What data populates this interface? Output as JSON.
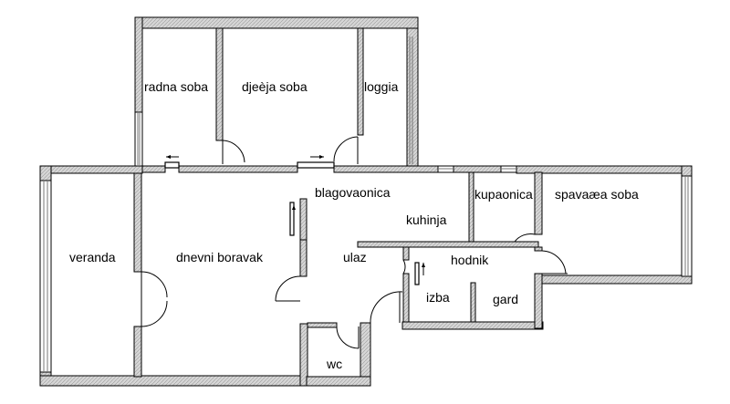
{
  "rooms": {
    "radna_soba": "radna soba",
    "djecja_soba": "djeèja soba",
    "loggia": "loggia",
    "veranda": "veranda",
    "dnevni_boravak": "dnevni boravak",
    "blagovaonica": "blagovaonica",
    "kuhinja": "kuhinja",
    "kupaonica": "kupaonica",
    "spavaca_soba": "spavaæa soba",
    "ulaz": "ulaz",
    "hodnik": "hodnik",
    "izba": "izba",
    "gard": "gard",
    "wc": "wc"
  },
  "colors": {
    "wall_fill": "#cfcfcf",
    "wall_stroke": "#000000",
    "background": "#ffffff"
  }
}
